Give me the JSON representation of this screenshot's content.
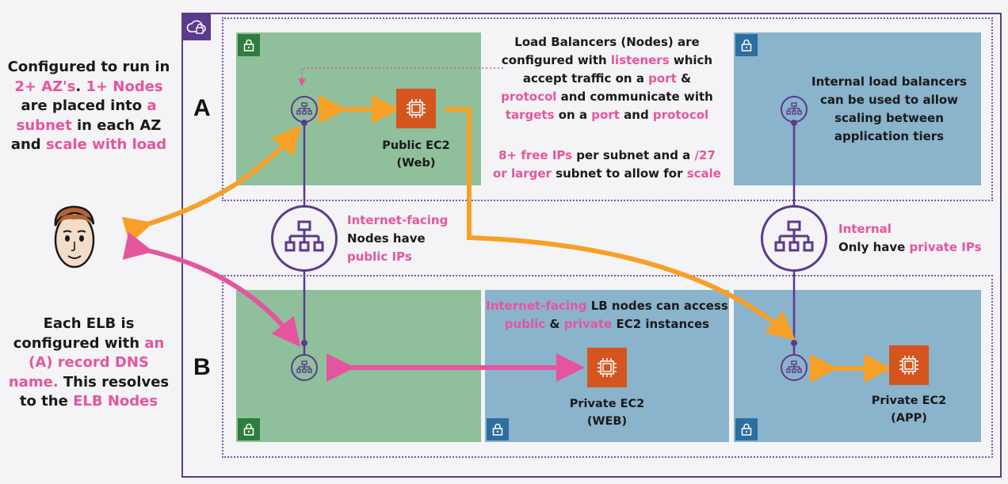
{
  "left_notes": {
    "top": {
      "l1": "Configured to run in",
      "l2_pink": "2+ AZ's",
      "l2_plain": ". ",
      "l2_pink2": "1+ Nodes",
      "l3_plain": "are placed into ",
      "l3_pink": "a",
      "l4_pink": "subnet",
      "l4_plain": " in each AZ",
      "l5_plain": "and ",
      "l5_pink": "scale with load"
    },
    "bottom": {
      "l1": "Each ELB is",
      "l2_plain": "configured with ",
      "l2_pink": "an",
      "l3_pink": "(A) record DNS",
      "l4_pink": "name.",
      "l4_plain": " This resolves",
      "l5_plain": "to the ",
      "l5_pink": "ELB Nodes"
    }
  },
  "az_labels": {
    "a": "A",
    "b": "B"
  },
  "public_ec2": {
    "line1": "Public EC2",
    "line2": "(Web)"
  },
  "private_ec2_web": {
    "line1": "Private EC2",
    "line2": "(WEB)"
  },
  "private_ec2_app": {
    "line1": "Private EC2",
    "line2": "(APP)"
  },
  "lb_note": {
    "l1": "Load Balancers (Nodes) are",
    "l2_plain": "configured with ",
    "l2_pink": "listeners",
    "l2_plain2": " which",
    "l3_plain": "accept traffic on a ",
    "l3_pink": "port",
    "l3_plain2": " &",
    "l4_pink": "protocol",
    "l4_plain": " and communicate with",
    "l5_pink": "targets",
    "l5_plain": " on a ",
    "l5_pink2": "port",
    "l5_plain2": " and ",
    "l5_pink3": "protocol"
  },
  "ip_note": {
    "l1_pink": "8+ free IPs",
    "l1_plain": " per subnet and a ",
    "l1_pink2": "/27",
    "l2_pink": "or larger",
    "l2_plain": " subnet to allow for ",
    "l2_pink2": "scale"
  },
  "internal_note": {
    "l1": "Internal load balancers",
    "l2": "can be used to allow",
    "l3": "scaling between",
    "l4": "application tiers"
  },
  "internet_facing": {
    "l1_pink": "Internet-facing",
    "l2": "Nodes have",
    "l3_pink": "public IPs"
  },
  "internal": {
    "l1_pink": "Internal",
    "l2_plain": "Only have ",
    "l2_pink": "private IPs"
  },
  "access_note": {
    "l1_pink": "Internet-facing",
    "l1_plain": " LB nodes can access",
    "l2_pink": "public",
    "l2_plain": " & ",
    "l2_pink2": "private",
    "l2_plain2": " EC2 instances"
  },
  "colors": {
    "pink": "#e5559f",
    "orange": "#f7a027",
    "purple": "#5b3b8c",
    "green_subnet": "#8fbf9b",
    "blue_subnet": "#8ab3cc",
    "ec2": "#d5551e"
  },
  "icons": [
    "vpc-cloud-lock-icon",
    "lock-icon",
    "load-balancer-icon",
    "ec2-chip-icon",
    "user-face-icon"
  ]
}
